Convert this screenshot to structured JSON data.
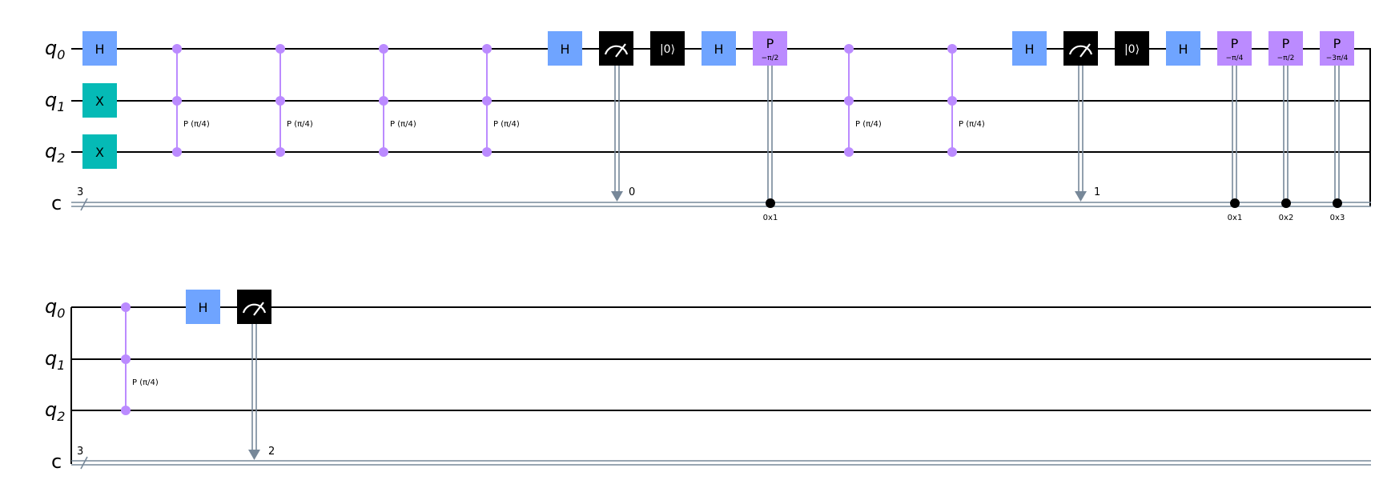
{
  "colors": {
    "h_gate": "#6fa4ff",
    "x_gate": "#05bab6",
    "p_gate": "#bb8bff",
    "measure": "#000000",
    "reset": "#000000",
    "classical": "#778899",
    "wire": "#000000"
  },
  "wire_labels": {
    "q0": "q",
    "q0_sub": "0",
    "q1": "q",
    "q1_sub": "1",
    "q2": "q",
    "q2_sub": "2",
    "c": "c",
    "c_size": "3"
  },
  "gate_labels": {
    "h": "H",
    "x": "X",
    "p": "P",
    "reset": "|0⟩",
    "cphase": "P (π/4)"
  },
  "p_params": {
    "minus_pi_2": "−π/2",
    "minus_pi_4": "−π/4",
    "minus_3pi_4": "−3π/4"
  },
  "measure_bits": {
    "b0": "0",
    "b1": "1",
    "b2": "2"
  },
  "conditions": {
    "c1": "0x1",
    "c2": "0x2",
    "c3": "0x3"
  }
}
